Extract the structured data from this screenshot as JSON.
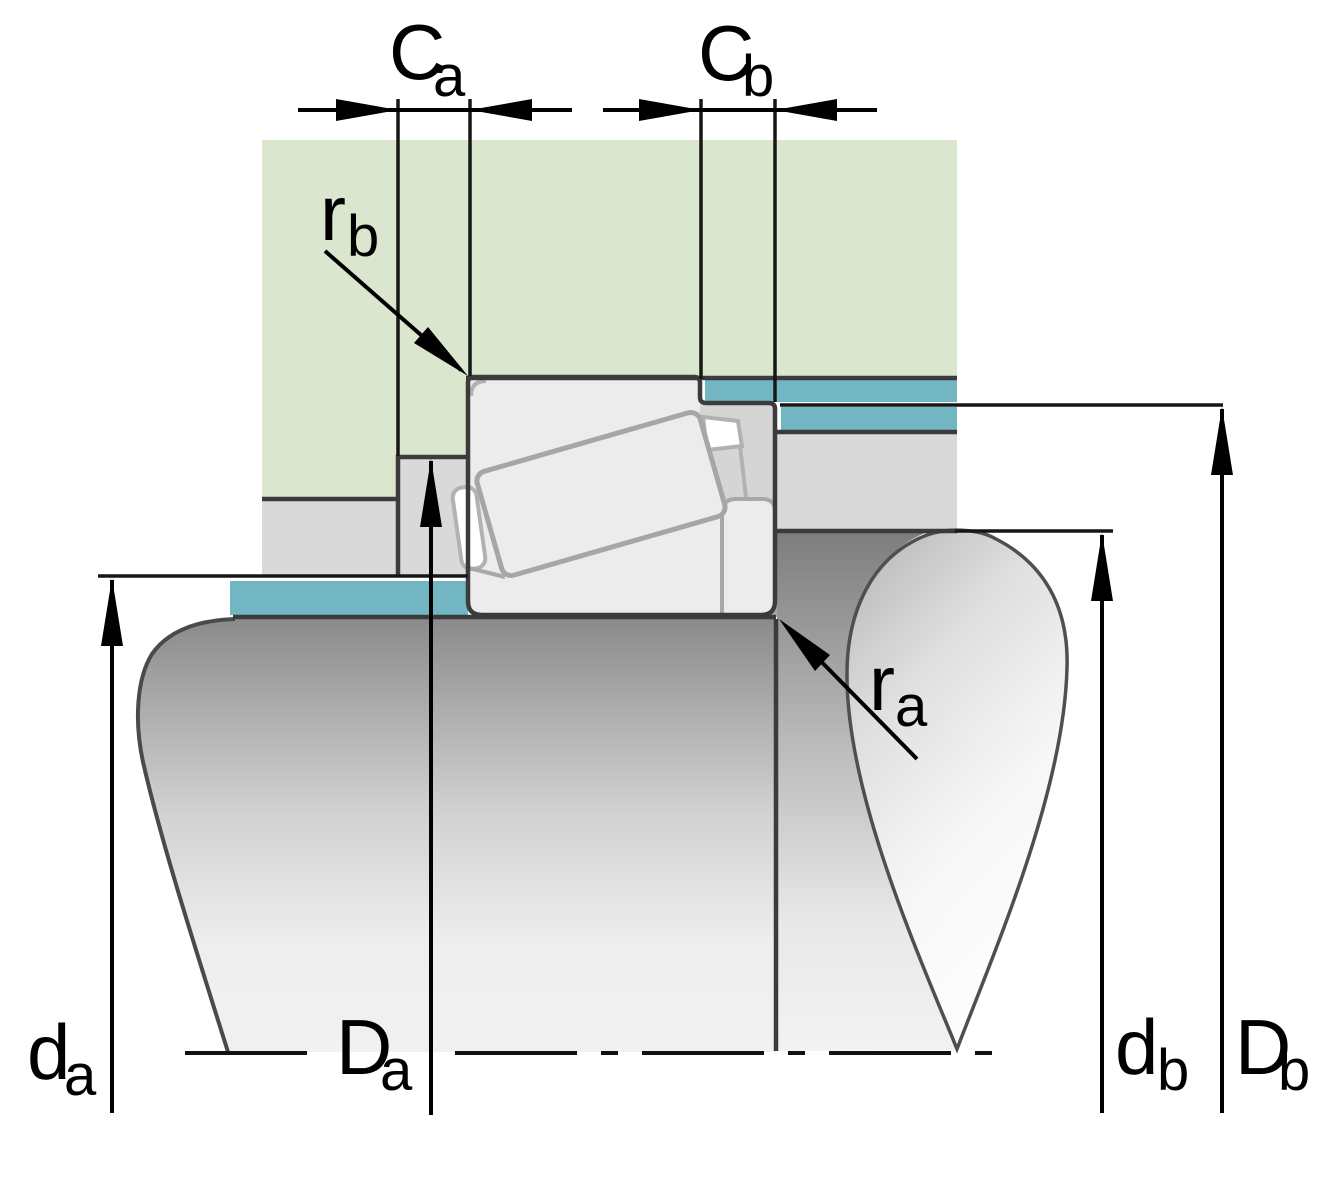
{
  "diagram": {
    "type": "tapered-roller-bearing-mounting-cross-section",
    "labels": {
      "ca": {
        "main": "C",
        "sub": "a"
      },
      "cb": {
        "main": "C",
        "sub": "b"
      },
      "rb": {
        "main": "r",
        "sub": "b"
      },
      "ra": {
        "main": "r",
        "sub": "a"
      },
      "da_small": {
        "main": "d",
        "sub": "a"
      },
      "da_large": {
        "main": "D",
        "sub": "a"
      },
      "db_small": {
        "main": "d",
        "sub": "b"
      },
      "db_large": {
        "main": "D",
        "sub": "b"
      }
    },
    "colors": {
      "housing_green": "#dae6cd",
      "abutment_teal": "#72b6c3",
      "spacer_gray": "#d9d9d9",
      "bearing_ring": "#ececec",
      "bearing_recess": "#d5d5d5",
      "outline_dark": "#3b3b3b"
    }
  }
}
